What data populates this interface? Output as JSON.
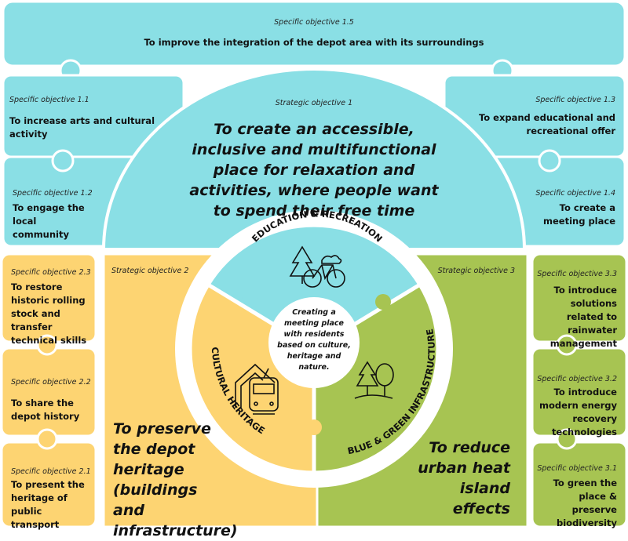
{
  "colors": {
    "blue": "#8ADFE5",
    "yellow": "#FDD472",
    "green": "#A7C452",
    "white": "#FFFFFF"
  },
  "so15": {
    "label": "Specific objective 1.5",
    "text": "To improve the integration of the depot area with its surroundings"
  },
  "so11": {
    "label": "Specific objective 1.1",
    "text": "To increase arts and cultural activity"
  },
  "so12": {
    "label": "Specific objective 1.2",
    "text": "To engage the local community"
  },
  "so13": {
    "label": "Specific objective 1.3",
    "text": "To expand educational and recreational offer"
  },
  "so14": {
    "label": "Specific objective 1.4",
    "text": "To create a meeting place"
  },
  "strat1": {
    "label": "Strategic objective 1",
    "text": "To create an accessible, inclusive and multifunctional place for relaxation and activities, where people want to spend their free time"
  },
  "strat2": {
    "label": "Strategic objective 2",
    "text": "To preserve the depot heritage (buildings and infrastructure)"
  },
  "strat3": {
    "label": "Strategic objective 3",
    "text": "To reduce urban heat island effects"
  },
  "so23": {
    "label": "Specific objective 2.3",
    "text": "To restore historic rolling stock and transfer technical skills"
  },
  "so22": {
    "label": "Specific objective 2.2",
    "text": "To share the depot history"
  },
  "so21": {
    "label": "Specific objective 2.1",
    "text": "To present the heritage of public transport"
  },
  "so33": {
    "label": "Specific objective 3.3",
    "text": "To introduce solutions related to rainwater management"
  },
  "so32": {
    "label": "Specific objective 3.2",
    "text": "To introduce modern energy recovery technologies"
  },
  "so31": {
    "label": "Specific objective 3.1",
    "text": "To green the place & preserve biodiversity"
  },
  "wheel": {
    "education": "EDUCATION & RECREATION",
    "cultural": "CULTURAL HERITAGE",
    "green": "BLUE & GREEN INFRASTRUCTURE",
    "center": "Creating a meeting place with residents based on culture, heritage and nature."
  }
}
